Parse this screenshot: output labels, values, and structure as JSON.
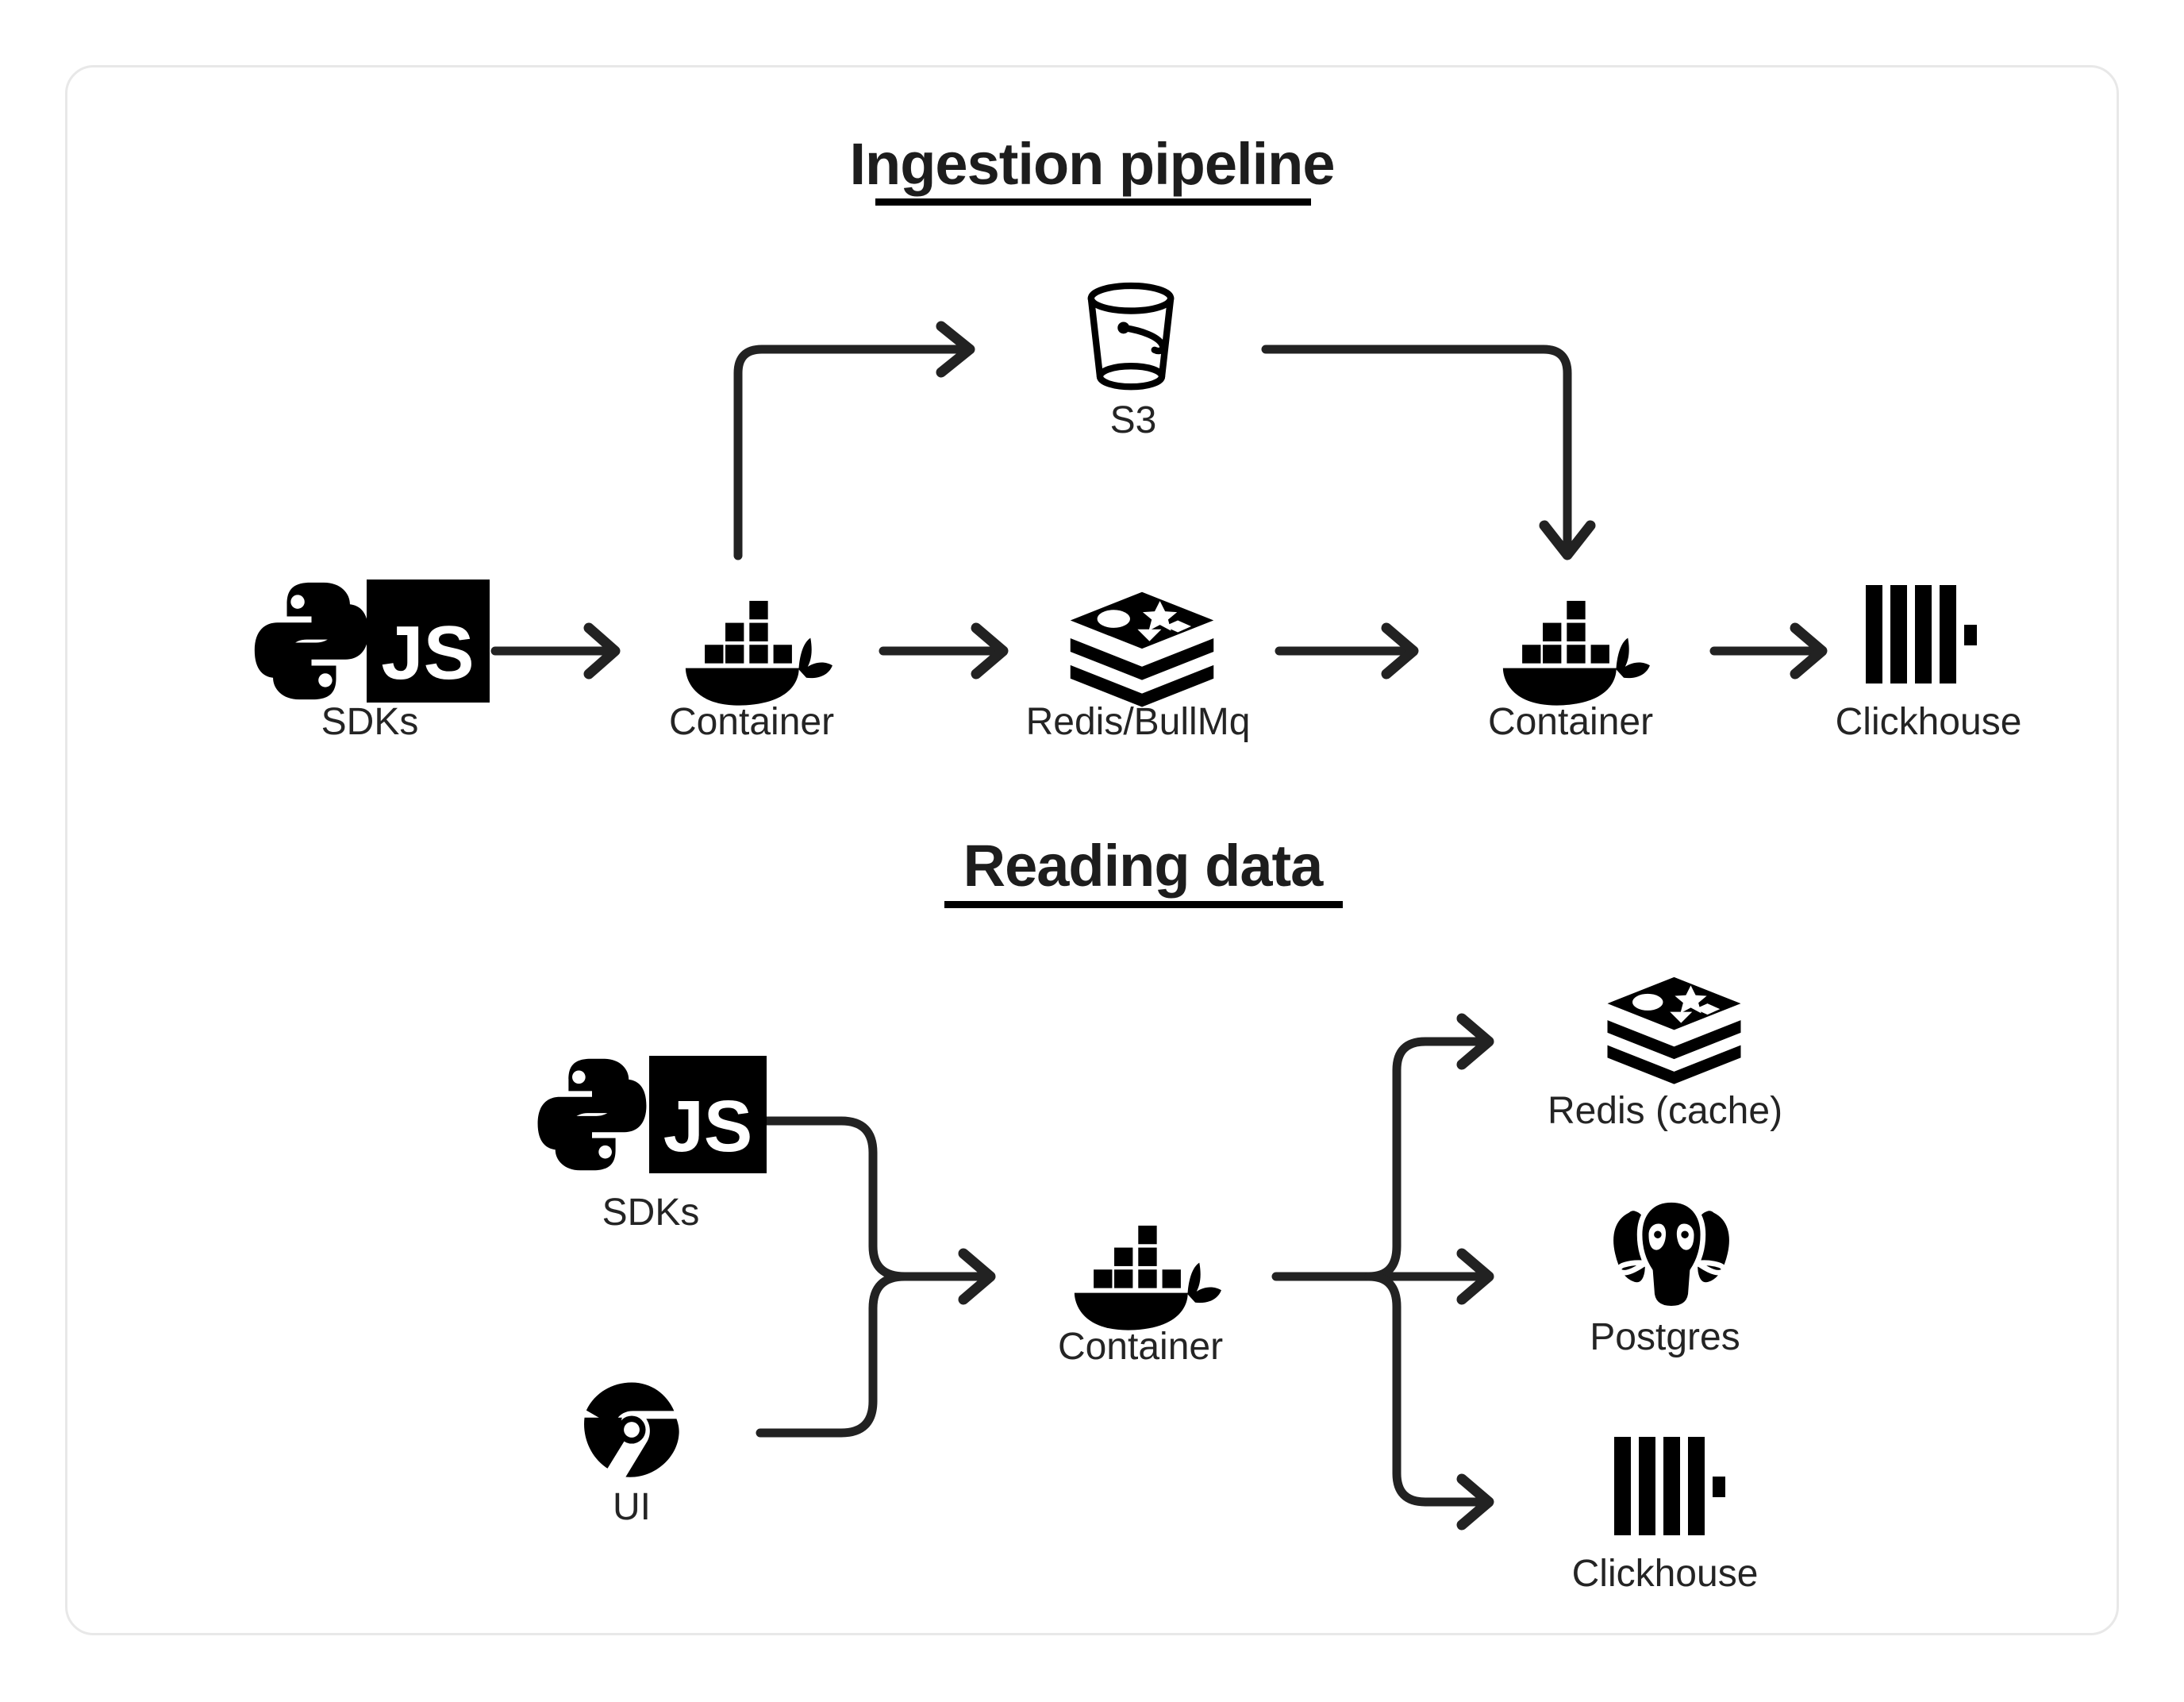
{
  "card": {
    "border_color": "#e8e8e8",
    "background": "#ffffff"
  },
  "ink_color": "#000000",
  "line_color": "#222222",
  "sections": [
    {
      "key": "ingestion",
      "heading": "Ingestion pipeline",
      "nodes": [
        {
          "key": "sdks",
          "label": "SDKs",
          "icon": "python-js-sdk-icon"
        },
        {
          "key": "container-1",
          "label": "Container",
          "icon": "docker-whale-icon"
        },
        {
          "key": "s3",
          "label": "S3",
          "icon": "s3-bucket-icon"
        },
        {
          "key": "redis-queue",
          "label": "Redis/BullMq",
          "icon": "redis-stack-icon"
        },
        {
          "key": "container-2",
          "label": "Container",
          "icon": "docker-whale-icon"
        },
        {
          "key": "clickhouse",
          "label": "Clickhouse",
          "icon": "clickhouse-bars-icon"
        }
      ],
      "edges": [
        {
          "from": "sdks",
          "to": "container-1",
          "style": "straight-arrow"
        },
        {
          "from": "container-1",
          "to": "s3",
          "style": "up-right-elbow-arrow"
        },
        {
          "from": "container-1",
          "to": "redis-queue",
          "style": "straight-arrow"
        },
        {
          "from": "s3",
          "to": "container-2",
          "style": "right-down-elbow-arrow"
        },
        {
          "from": "redis-queue",
          "to": "container-2",
          "style": "straight-arrow"
        },
        {
          "from": "container-2",
          "to": "clickhouse",
          "style": "straight-arrow"
        }
      ]
    },
    {
      "key": "reading",
      "heading": "Reading data",
      "nodes": [
        {
          "key": "sdks",
          "label": "SDKs",
          "icon": "python-js-sdk-icon"
        },
        {
          "key": "ui",
          "label": "UI",
          "icon": "chrome-browser-icon"
        },
        {
          "key": "container",
          "label": "Container",
          "icon": "docker-whale-icon"
        },
        {
          "key": "redis-cache",
          "label": "Redis (cache)",
          "icon": "redis-stack-icon"
        },
        {
          "key": "postgres",
          "label": "Postgres",
          "icon": "postgres-elephant-icon"
        },
        {
          "key": "clickhouse",
          "label": "Clickhouse",
          "icon": "clickhouse-bars-icon"
        }
      ],
      "edges": [
        {
          "from": "sdks",
          "to": "container",
          "style": "merge-arrow"
        },
        {
          "from": "ui",
          "to": "container",
          "style": "merge-arrow"
        },
        {
          "from": "container",
          "to": "redis-cache",
          "style": "branch-up-arrow"
        },
        {
          "from": "container",
          "to": "postgres",
          "style": "branch-straight-arrow"
        },
        {
          "from": "container",
          "to": "clickhouse",
          "style": "branch-down-arrow"
        }
      ]
    }
  ],
  "icon_text": {
    "js_badge": "JS"
  }
}
